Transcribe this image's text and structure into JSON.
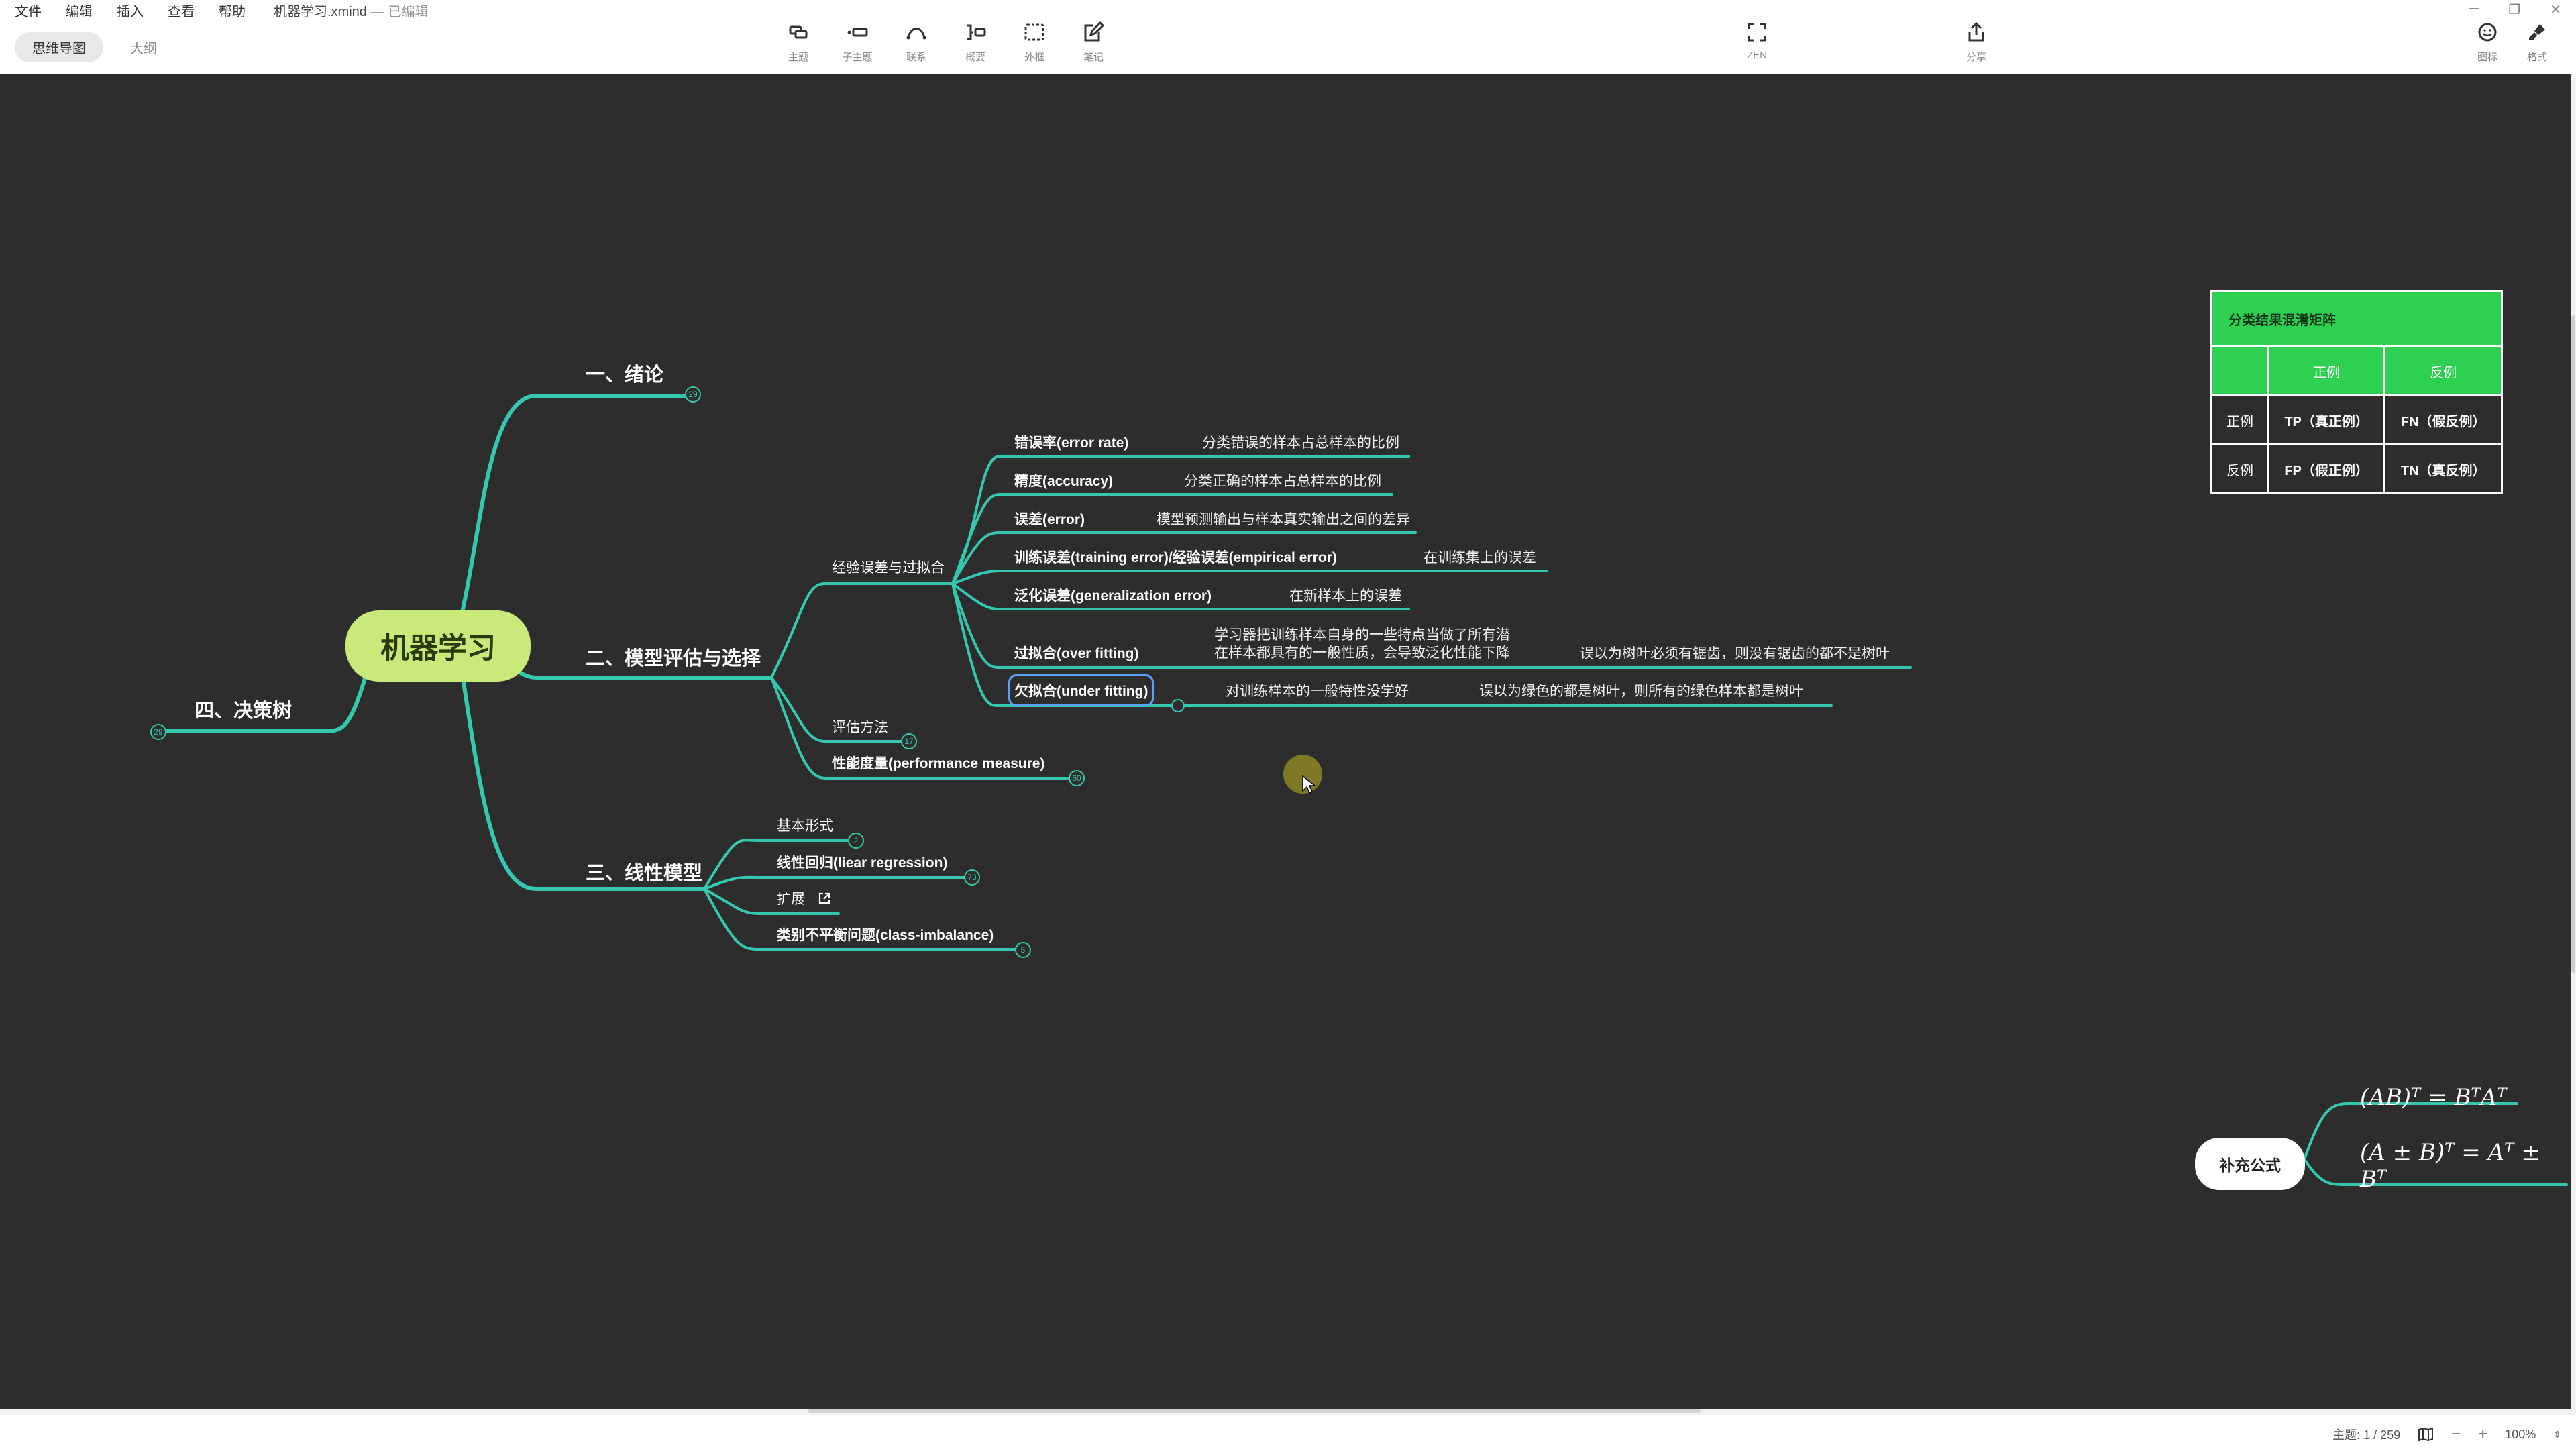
{
  "menubar": {
    "items": [
      "文件",
      "编辑",
      "插入",
      "查看",
      "帮助"
    ],
    "file_title": "机器学习.xmind",
    "edit_status": "— 已编辑"
  },
  "view_tabs": [
    "思维导图",
    "大纲"
  ],
  "toolbar": {
    "topic": "主题",
    "subtopic": "子主题",
    "relationship": "联系",
    "summary": "概要",
    "boundary": "外框",
    "note": "笔记",
    "zen": "ZEN",
    "share": "分享",
    "icon": "图标",
    "format": "格式"
  },
  "mindmap": {
    "central": "机器学习",
    "branch1": {
      "title": "一、绪论",
      "badge": "29"
    },
    "branch2": {
      "title": "二、模型评估与选择",
      "group1": {
        "title": "经验误差与过拟合",
        "items": [
          {
            "term": "错误率(error rate)",
            "desc": "分类错误的样本占总样本的比例"
          },
          {
            "term": "精度(accuracy)",
            "desc": "分类正确的样本占总样本的比例"
          },
          {
            "term": "误差(error)",
            "desc": "模型预测输出与样本真实输出之间的差异"
          },
          {
            "term": "训练误差(training error)/经验误差(empirical error)",
            "desc": "在训练集上的误差"
          },
          {
            "term": "泛化误差(generalization error)",
            "desc": "在新样本上的误差"
          },
          {
            "term": "过拟合(over fitting)",
            "desc_line1": "学习器把训练样本自身的一些特点当做了所有潜",
            "desc_line2": "在样本都具有的一般性质，会导致泛化性能下降",
            "example": "误以为树叶必须有锯齿，则没有锯齿的都不是树叶"
          },
          {
            "term": "欠拟合(under fitting)",
            "desc": "对训练样本的一般特性没学好",
            "example": "误以为绿色的都是树叶，则所有的绿色样本都是树叶"
          }
        ]
      },
      "group2": {
        "title": "评估方法",
        "badge": "17"
      },
      "group3": {
        "title": "性能度量(performance measure)",
        "badge": "60"
      }
    },
    "branch3": {
      "title": "三、线性模型",
      "items": [
        {
          "title": "基本形式",
          "badge": "2"
        },
        {
          "title": "线性回归(liear regression)",
          "badge": "73"
        },
        {
          "title": "扩展"
        },
        {
          "title": "类别不平衡问题(class-imbalance)",
          "badge": "5"
        }
      ]
    },
    "branch4": {
      "title": "四、决策树",
      "badge": "29"
    }
  },
  "confusion_matrix": {
    "title": "分类结果混淆矩阵",
    "col_pos": "正例",
    "col_neg": "反例",
    "row_pos": "正例",
    "row_neg": "反例",
    "tp": "TP（真正例）",
    "fn": "FN（假反例）",
    "fp": "FP（假正例）",
    "tn": "TN（真反例）"
  },
  "formulas": {
    "node": "补充公式",
    "f1": "(AB)ᵀ = BᵀAᵀ",
    "f2": "(A ± B)ᵀ = Aᵀ ± Bᵀ"
  },
  "status": {
    "topic_count": "主题: 1 / 259",
    "zoom": "100%"
  },
  "colors": {
    "canvas": "#2d2d2d",
    "branch": "#35c8b0",
    "central": "#c7ea7a",
    "matrix_header": "#2ed052"
  }
}
